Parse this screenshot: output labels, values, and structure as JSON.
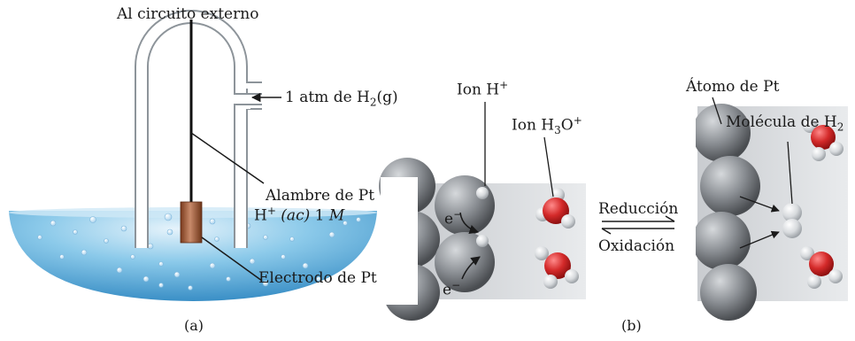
{
  "panel_a": {
    "caption": "(a)",
    "labels": {
      "external_circuit": "Al circuito externo",
      "h2_gas_pre": "1 atm de H",
      "h2_gas_sub": "2",
      "h2_gas_post": "(g)",
      "pt_wire": "Alambre de Pt",
      "solution_h": "H",
      "solution_sup": "+",
      "solution_ac": "(ac)",
      "solution_conc": " 1 ",
      "solution_m": "M",
      "pt_electrode": "Electrodo de Pt"
    }
  },
  "panel_b": {
    "caption": "(b)",
    "labels": {
      "h_ion_pre": "Ion H",
      "h_ion_sup": "+",
      "h3o_pre": "Ion H",
      "h3o_sub": "3",
      "h3o_mid": "O",
      "h3o_sup": "+",
      "electron": "e",
      "electron_sup": "−",
      "pt_atom": "Átomo de Pt",
      "h2_molecule_pre": "Molécula de H",
      "h2_molecule_sub": "2",
      "reduction": "Reducción",
      "oxidation": "Oxidación"
    }
  },
  "colors": {
    "solution": "#4a9fd6",
    "electrode": "#a0522d",
    "pt_atom": "#7b7e82",
    "oxygen": "#d42a2a",
    "hydrogen": "#e8e8e8"
  }
}
